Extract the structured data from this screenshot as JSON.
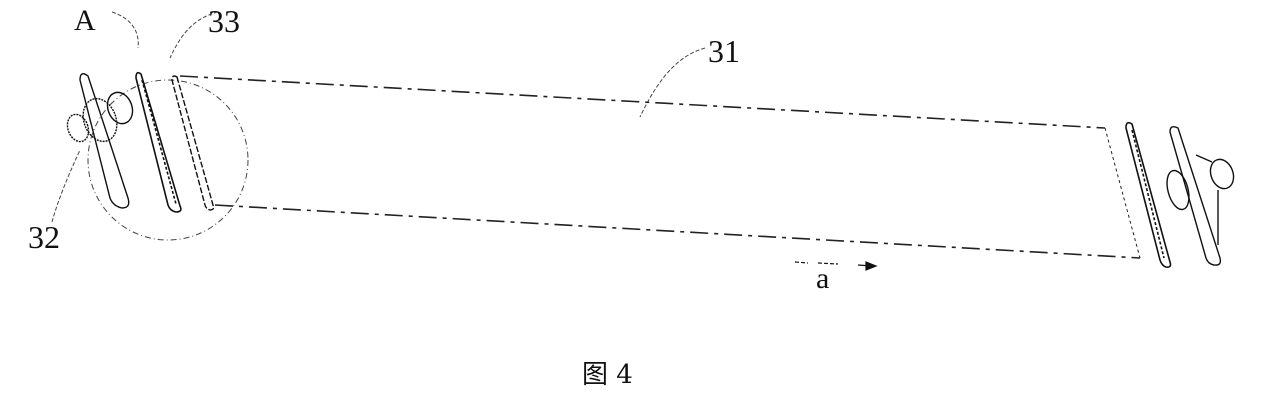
{
  "figure": {
    "caption": "图 4",
    "caption_parts": {
      "prefix": "图",
      "number": "4"
    },
    "background": "#ffffff",
    "line_color": "#111111"
  },
  "labels": {
    "detail_view": "A",
    "part_31": "31",
    "part_32": "32",
    "part_33": "33",
    "direction": "a"
  },
  "parts": [
    {
      "id": "31",
      "description": "belt / conveyor body outlined with dashed lines"
    },
    {
      "id": "32",
      "description": "bracket with cylindrical boss (left end)"
    },
    {
      "id": "33",
      "description": "elongated strip / rail"
    }
  ]
}
